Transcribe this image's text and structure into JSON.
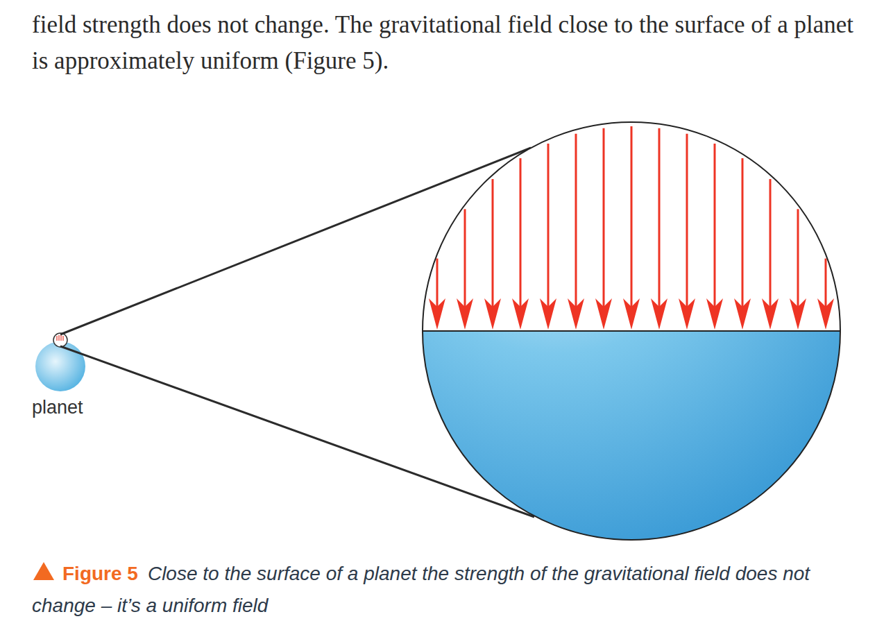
{
  "diagram": {
    "caption": "Close to the surface of a planet the strength of the gravitational field does not change – it’s a uniform field",
    "labels": [
      "field strength does not change. The gravitational field close to the surface of a planet is approximately uniform (Figure 5).",
      "planet",
      "Figure 5"
    ]
  }
}
